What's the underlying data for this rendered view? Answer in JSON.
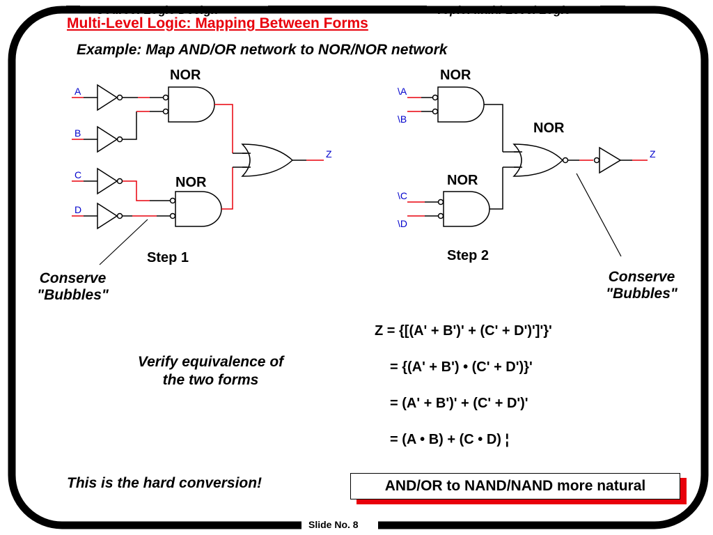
{
  "header": {
    "course": "Course: Logic Design",
    "topic": "Topic: Multi-Level Logic"
  },
  "title": "Multi-Level Logic: Mapping Between Forms",
  "subtitle": "Example: Map AND/OR network to NOR/NOR network",
  "step1": {
    "label": "Step 1",
    "gate_top": "NOR",
    "gate_bottom": "NOR",
    "inputs": [
      "A",
      "B",
      "C",
      "D"
    ],
    "output": "Z"
  },
  "step2": {
    "label": "Step 2",
    "gate_top": "NOR",
    "gate_mid": "NOR",
    "gate_bottom": "NOR",
    "inputs": [
      "\\A",
      "\\B",
      "\\C",
      "\\D"
    ],
    "output": "Z"
  },
  "conserve_left": [
    "Conserve",
    "\"Bubbles\""
  ],
  "conserve_right": [
    "Conserve",
    "\"Bubbles\""
  ],
  "verify": "Verify equivalence of the two forms",
  "equations": [
    "Z = {[(A' + B')' + (C' + D')']'}'",
    "= {(A' + B') • (C' + D')}'",
    "= (A' + B')' + (C' + D')'",
    "= (A • B) + (C • D) ¦"
  ],
  "hard_note": "This is the hard conversion!",
  "natural_note": "AND/OR to NAND/NAND more natural",
  "slide_number": "Slide  No. 8",
  "colors": {
    "accent": "#e8000b",
    "signal": "#0000cc",
    "frame": "#000000"
  }
}
